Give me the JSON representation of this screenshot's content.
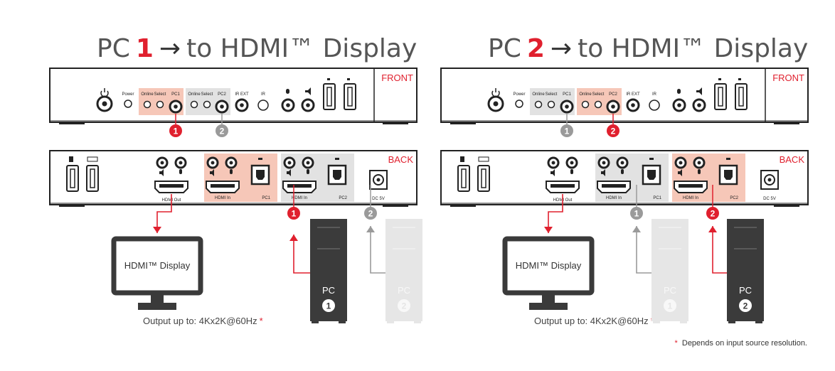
{
  "colors": {
    "accent": "#e0202e",
    "highlight": "#f6c7b8",
    "inactive_panel": "#e2e2e2",
    "device_outline": "#222222",
    "pc_active": "#3b3b3b",
    "pc_inactive": "#e6e6e6",
    "gray_marker": "#9a9a9a",
    "title_text": "#555555"
  },
  "panels": [
    {
      "title": {
        "pc_label": "PC",
        "pc_number": "1",
        "arrow": "→",
        "rest": "to HDMI™ Display"
      },
      "active_pc": 1,
      "front": {
        "tag": "FRONT",
        "power_icon": "power-icon",
        "labels": {
          "power": "Power",
          "online": "Online",
          "select": "Select",
          "pc1": "PC1",
          "pc2": "PC2",
          "ir_ext": "IR EXT",
          "ir": "IR"
        },
        "markers": [
          "1",
          "2"
        ]
      },
      "back": {
        "tag": "BACK",
        "labels": {
          "hdmi_out": "HDMI Out",
          "hdmi_in": "HDMI In",
          "pc1": "PC1",
          "pc2": "PC2",
          "dc": "DC 5V"
        },
        "markers": [
          "1",
          "2"
        ]
      },
      "display": {
        "label": "HDMI™ Display"
      },
      "output_note": {
        "text": "Output up to:  4Kx2K@60Hz",
        "star": "*"
      },
      "towers": [
        {
          "label": "PC",
          "number": "1"
        },
        {
          "label": "PC",
          "number": "2"
        }
      ]
    },
    {
      "title": {
        "pc_label": "PC",
        "pc_number": "2",
        "arrow": "→",
        "rest": "to HDMI™ Display"
      },
      "active_pc": 2,
      "front": {
        "tag": "FRONT",
        "power_icon": "power-icon",
        "labels": {
          "power": "Power",
          "online": "Online",
          "select": "Select",
          "pc1": "PC1",
          "pc2": "PC2",
          "ir_ext": "IR EXT",
          "ir": "IR"
        },
        "markers": [
          "1",
          "2"
        ]
      },
      "back": {
        "tag": "BACK",
        "labels": {
          "hdmi_out": "HDMI Out",
          "hdmi_in": "HDMI In",
          "pc1": "PC1",
          "pc2": "PC2",
          "dc": "DC 5V"
        },
        "markers": [
          "1",
          "2"
        ]
      },
      "display": {
        "label": "HDMI™ Display"
      },
      "output_note": {
        "text": "Output up to:  4Kx2K@60Hz",
        "star": "*"
      },
      "towers": [
        {
          "label": "PC",
          "number": "1"
        },
        {
          "label": "PC",
          "number": "2"
        }
      ]
    }
  ],
  "footnote": {
    "star": "*",
    "text": "Depends on input source resolution."
  }
}
